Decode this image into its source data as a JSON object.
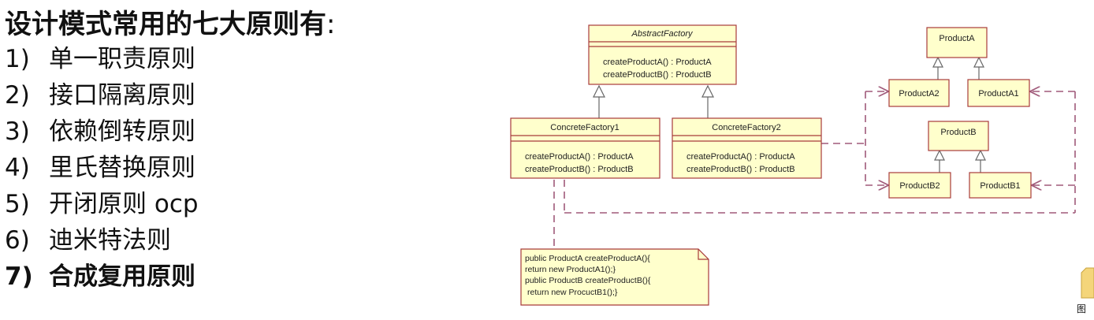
{
  "heading": {
    "text": "设计模式常用的七大原则有",
    "colon": ":"
  },
  "principles": [
    {
      "num": "1)",
      "label": "单一职责原则"
    },
    {
      "num": "2)",
      "label": "接口隔离原则"
    },
    {
      "num": "3)",
      "label": "依赖倒转原则"
    },
    {
      "num": "4)",
      "label": "里氏替换原则"
    },
    {
      "num": "5)",
      "label": "开闭原则 ocp"
    },
    {
      "num": "6)",
      "label": "迪米特法则"
    },
    {
      "num": "7)",
      "label": "合成复用原则"
    }
  ],
  "diagram": {
    "abstract_factory": {
      "name": "AbstractFactory",
      "method1": "createProductA() : ProductA",
      "method2": "createProductB() : ProductB"
    },
    "concrete_factory1": {
      "name": "ConcreteFactory1",
      "method1": "createProductA() : ProductA",
      "method2": "createProductB() : ProductB"
    },
    "concrete_factory2": {
      "name": "ConcreteFactory2",
      "method1": "createProductA() : ProductA",
      "method2": "createProductB() : ProductB"
    },
    "product_a": "ProductA",
    "product_a2": "ProductA2",
    "product_a1": "ProductA1",
    "product_b": "ProductB",
    "product_b2": "ProductB2",
    "product_b1": "ProductB1",
    "note_lines": [
      "public  ProductA  createProductA(){",
      "return new ProductA1();}",
      "public  ProductB  createProductB(){",
      "return new ProcuctB1();}"
    ],
    "colors": {
      "box_fill": "#ffffcc",
      "box_stroke": "#a83b3b",
      "line": "#a05a7a"
    }
  },
  "corner_label": "图"
}
